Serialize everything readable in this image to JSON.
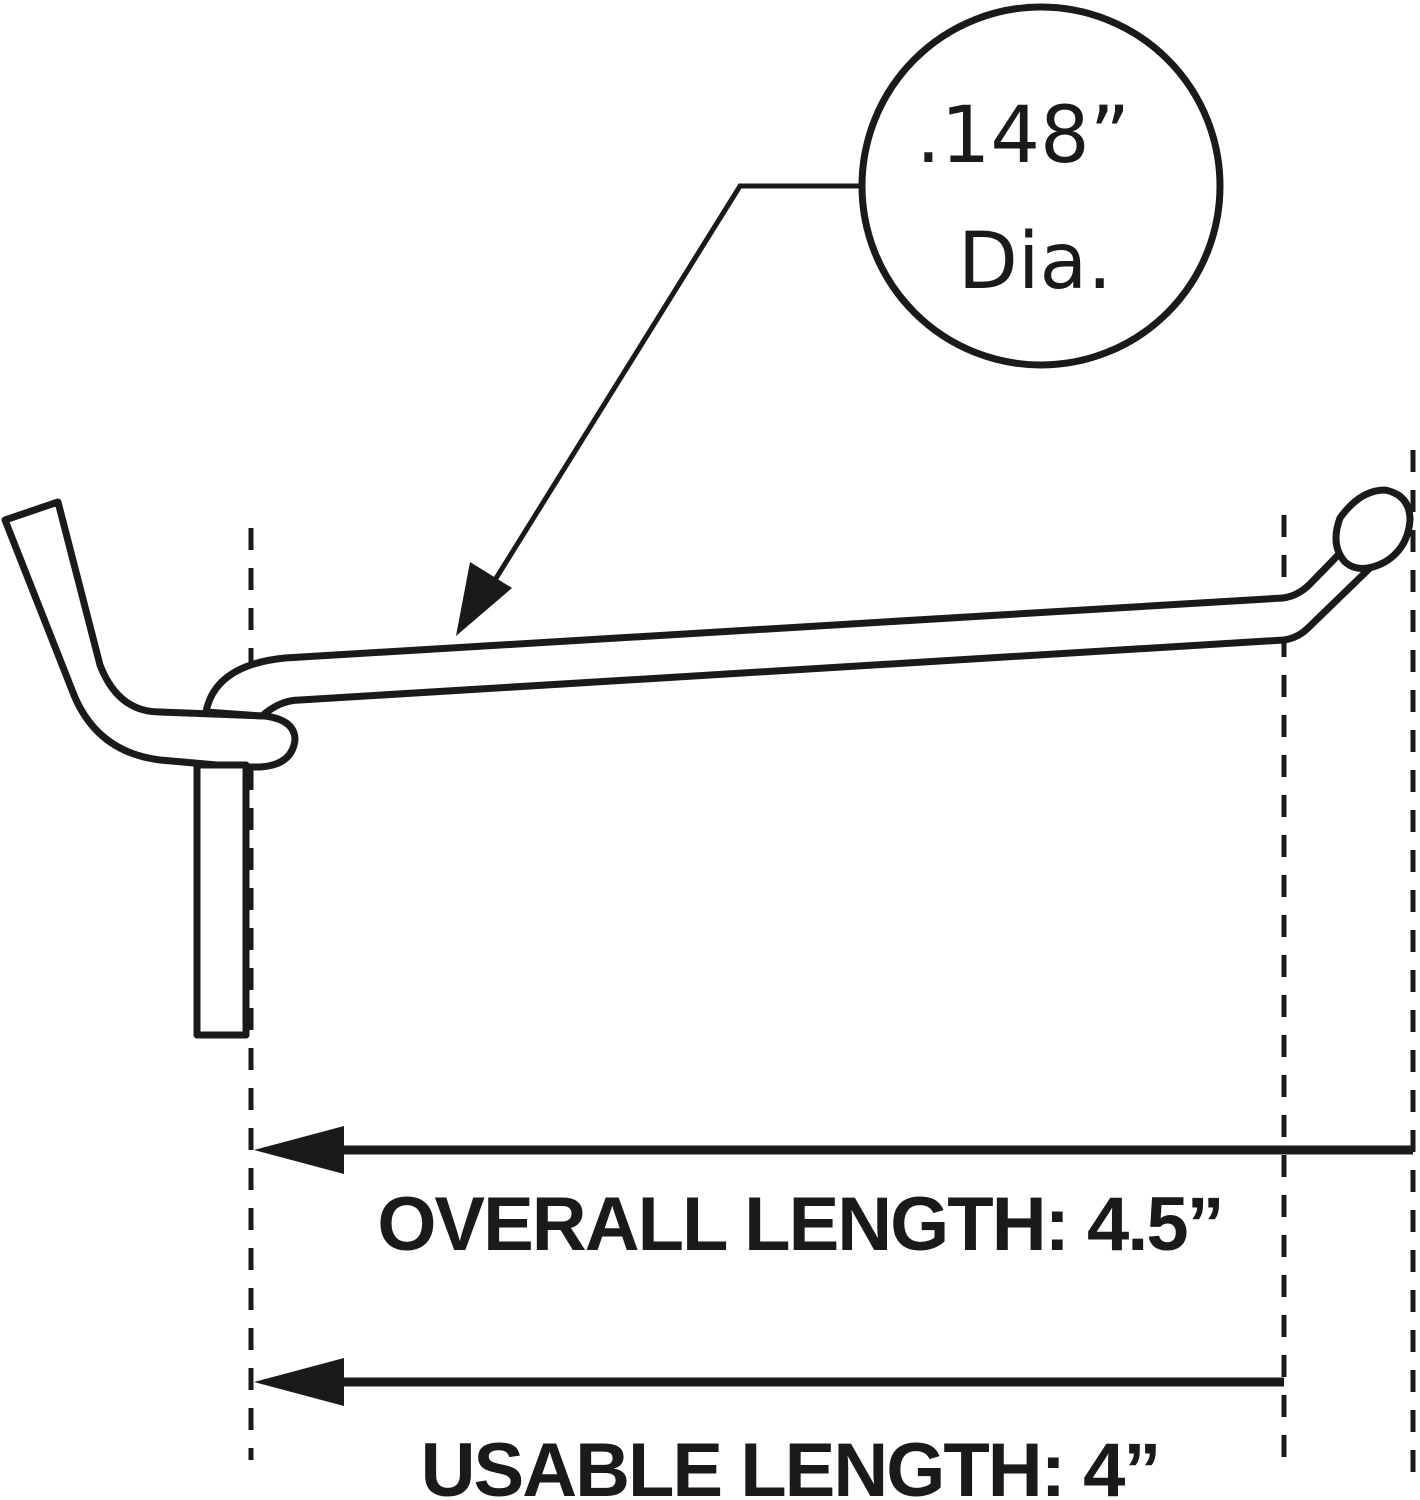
{
  "callout": {
    "line1": ".148”",
    "line2": "Dia."
  },
  "dimensions": {
    "overall": "OVERALL LENGTH: 4.5”",
    "usable": "USABLE LENGTH: 4”"
  },
  "colors": {
    "stroke": "#1a1a1a",
    "background": "#ffffff"
  }
}
